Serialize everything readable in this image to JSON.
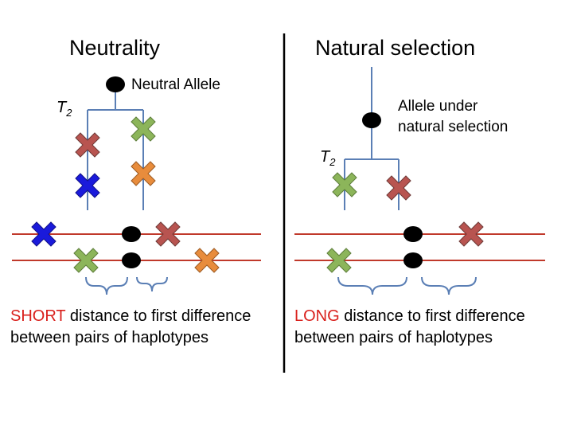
{
  "colors": {
    "tree": "#5b7fb5",
    "haplotype_line": "#c0392b",
    "divider": "#000000",
    "allele": "#000000",
    "highlight": "#d9201c",
    "mutation_red": "#b85450",
    "mutation_green": "#8cb55a",
    "mutation_blue": "#1a1adb",
    "mutation_orange": "#e88c3c"
  },
  "left": {
    "title": "Neutrality",
    "allele_label": "Neutral Allele",
    "t2_main": "T",
    "t2_sub": "2",
    "caption_highlight": "SHORT",
    "caption_rest": " distance to first difference",
    "caption_line2": "between pairs of haplotypes",
    "tree_mutations": [
      "red",
      "blue",
      "green",
      "orange"
    ],
    "haplotype_mutations": {
      "upper": [
        "blue",
        "red"
      ],
      "lower": [
        "green",
        "orange"
      ]
    }
  },
  "right": {
    "title": "Natural selection",
    "allele_label_line1": "Allele under",
    "allele_label_line2": "natural selection",
    "t2_main": "T",
    "t2_sub": "2",
    "caption_highlight": "LONG",
    "caption_rest": " distance to first difference",
    "caption_line2": "between pairs of haplotypes",
    "tree_mutations": [
      "green",
      "red"
    ],
    "haplotype_mutations": {
      "upper": [
        "red"
      ],
      "lower": [
        "green"
      ]
    }
  }
}
